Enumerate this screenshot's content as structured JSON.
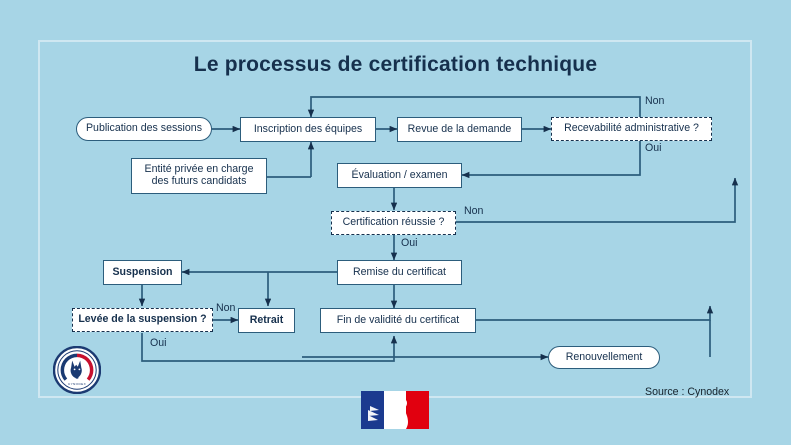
{
  "page": {
    "background_color": "#a7d5e6",
    "frame_color": "#cfe7f1",
    "ink_color": "#16304d",
    "node_fill": "#ffffff",
    "node_stroke": "#2c5d7c"
  },
  "title": "Le processus de certification technique",
  "source": "Source : Cynodex",
  "logos": {
    "left": "cynodex-dog-emblem-logo",
    "bottom": "french-republic-marianne-flag-logo"
  },
  "nodes": {
    "publication": "Publication des sessions",
    "inscription": "Inscription des équipes",
    "revue": "Revue de la demande",
    "recevabilite": "Recevabilité administrative ?",
    "entite": "Entité privée en charge\ndes futurs candidats",
    "evaluation": "Évaluation / examen",
    "certification": "Certification réussie ?",
    "remise": "Remise du certificat",
    "suspension": "Suspension",
    "levee": "Levée de la suspension ?",
    "retrait": "Retrait",
    "finvalidite": "Fin de validité du certificat",
    "renouvellement": "Renouvellement"
  },
  "edge_labels": {
    "recevabilite_non": "Non",
    "recevabilite_oui": "Oui",
    "certification_non": "Non",
    "certification_oui": "Oui",
    "levee_non": "Non",
    "levee_oui": "Oui"
  },
  "chart_data": {
    "type": "flowchart",
    "title": "Le processus de certification technique",
    "shapes": [
      {
        "id": "publication",
        "label": "Publication des sessions",
        "shape": "pill"
      },
      {
        "id": "inscription",
        "label": "Inscription des équipes",
        "shape": "rect"
      },
      {
        "id": "revue",
        "label": "Revue de la demande",
        "shape": "rect"
      },
      {
        "id": "recevabilite",
        "label": "Recevabilité administrative ?",
        "shape": "decision-dashed"
      },
      {
        "id": "entite",
        "label": "Entité privée en charge des futurs candidats",
        "shape": "rect"
      },
      {
        "id": "evaluation",
        "label": "Évaluation / examen",
        "shape": "rect"
      },
      {
        "id": "certification",
        "label": "Certification réussie ?",
        "shape": "decision-dashed"
      },
      {
        "id": "remise",
        "label": "Remise du certificat",
        "shape": "rect"
      },
      {
        "id": "suspension",
        "label": "Suspension",
        "shape": "rect-bold"
      },
      {
        "id": "levee",
        "label": "Levée de la suspension ?",
        "shape": "decision-dashed-bold"
      },
      {
        "id": "retrait",
        "label": "Retrait",
        "shape": "rect-bold"
      },
      {
        "id": "finvalidite",
        "label": "Fin de validité du certificat",
        "shape": "rect"
      },
      {
        "id": "renouvellement",
        "label": "Renouvellement",
        "shape": "pill"
      }
    ],
    "edges": [
      {
        "from": "publication",
        "to": "inscription",
        "label": ""
      },
      {
        "from": "entite",
        "to": "inscription",
        "label": ""
      },
      {
        "from": "inscription",
        "to": "revue",
        "label": ""
      },
      {
        "from": "revue",
        "to": "recevabilite",
        "label": ""
      },
      {
        "from": "recevabilite",
        "to": "inscription",
        "label": "Non"
      },
      {
        "from": "recevabilite",
        "to": "evaluation",
        "label": "Oui"
      },
      {
        "from": "evaluation",
        "to": "certification",
        "label": ""
      },
      {
        "from": "certification",
        "to": "evaluation",
        "label": "Non"
      },
      {
        "from": "certification",
        "to": "remise",
        "label": "Oui"
      },
      {
        "from": "remise",
        "to": "suspension",
        "label": ""
      },
      {
        "from": "remise",
        "to": "retrait",
        "label": ""
      },
      {
        "from": "remise",
        "to": "finvalidite",
        "label": ""
      },
      {
        "from": "suspension",
        "to": "levee",
        "label": ""
      },
      {
        "from": "levee",
        "to": "retrait",
        "label": "Non"
      },
      {
        "from": "levee",
        "to": "finvalidite",
        "label": "Oui"
      },
      {
        "from": "finvalidite",
        "to": "renouvellement",
        "label": ""
      },
      {
        "from": "finvalidite",
        "to": "evaluation",
        "label": ""
      }
    ]
  }
}
